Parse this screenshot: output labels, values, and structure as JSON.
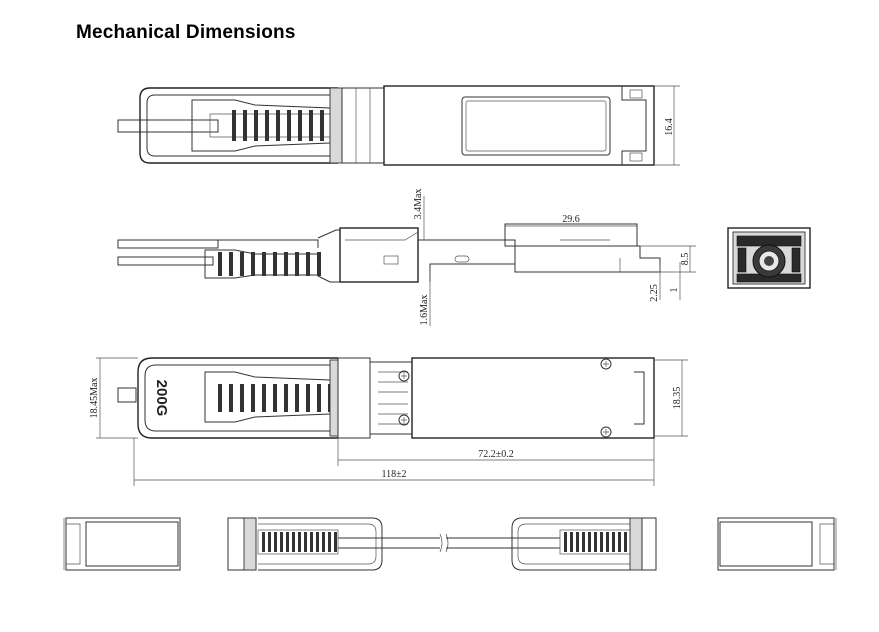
{
  "heading": "Mechanical Dimensions",
  "dimensions": {
    "top_height": "16.4",
    "side_length": "29.6",
    "side_max": "3.4Max",
    "side_min": "1.6Max",
    "side_height": "8.5",
    "side_2_25": "2.25",
    "side_1": "1",
    "bottom_width_max": "18.45Max",
    "bottom_height": "18.35",
    "module_length": "72.2±0.2",
    "overall_length": "118±2"
  },
  "pull_tab_print": "200G"
}
